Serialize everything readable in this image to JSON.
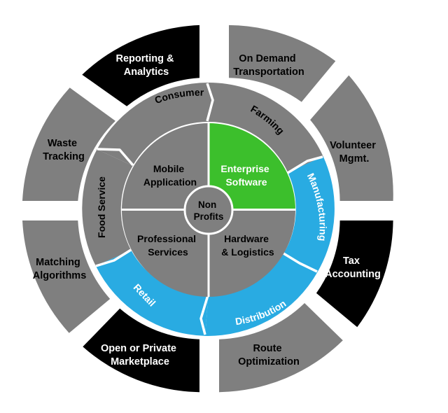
{
  "center": {
    "line1": "Non",
    "line2": "Profits"
  },
  "inner_quadrants": [
    {
      "id": "mobile-application",
      "line1": "Mobile",
      "line2": "Application",
      "color": "#7f7f7f"
    },
    {
      "id": "enterprise-software",
      "line1": "Enterprise",
      "line2": "Software",
      "color": "#3cbf2c"
    },
    {
      "id": "hardware-logistics",
      "line1": "Hardware",
      "line2": "& Logistics",
      "color": "#7f7f7f"
    },
    {
      "id": "professional-services",
      "line1": "Professional",
      "line2": "Services",
      "color": "#7f7f7f"
    }
  ],
  "middle_ring": [
    {
      "id": "consumer",
      "label": "Consumer",
      "color": "#7f7f7f"
    },
    {
      "id": "farming",
      "label": "Farming",
      "color": "#7f7f7f"
    },
    {
      "id": "manufacturing",
      "label": "Manufacturing",
      "color": "#29abe2"
    },
    {
      "id": "distribution",
      "label": "Distribution",
      "color": "#29abe2"
    },
    {
      "id": "retail",
      "label": "Retail",
      "color": "#29abe2"
    },
    {
      "id": "food-service",
      "label": "Food Service",
      "color": "#7f7f7f"
    }
  ],
  "outer_segments": [
    {
      "id": "on-demand-transportation",
      "line1": "On Demand",
      "line2": "Transportation",
      "color": "#7f7f7f"
    },
    {
      "id": "volunteer-mgmt",
      "line1": "Volunteer",
      "line2": "Mgmt.",
      "color": "#7f7f7f"
    },
    {
      "id": "tax-accounting",
      "line1": "Tax",
      "line2": "Accounting",
      "color": "#000000"
    },
    {
      "id": "route-optimization",
      "line1": "Route",
      "line2": "Optimization",
      "color": "#7f7f7f"
    },
    {
      "id": "open-private-marketplace",
      "line1": "Open or Private",
      "line2": "Marketplace",
      "color": "#000000"
    },
    {
      "id": "matching-algorithms",
      "line1": "Matching",
      "line2": "Algorithms",
      "color": "#7f7f7f"
    },
    {
      "id": "waste-tracking",
      "line1": "Waste",
      "line2": "Tracking",
      "color": "#7f7f7f"
    },
    {
      "id": "reporting-analytics",
      "line1": "Reporting &",
      "line2": "Analytics",
      "color": "#000000"
    }
  ]
}
